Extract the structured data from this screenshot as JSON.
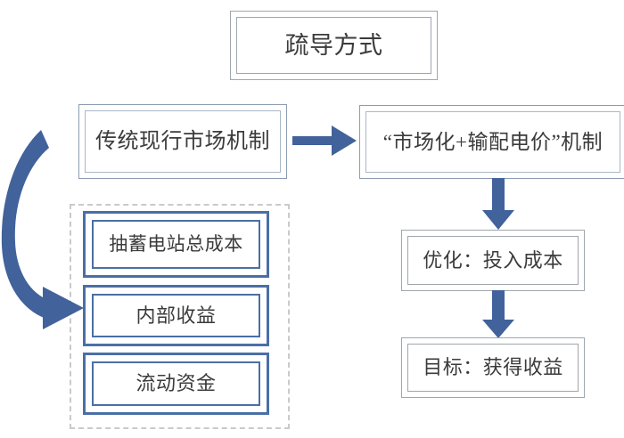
{
  "diagram": {
    "title_node": {
      "id": "title-node",
      "label": "疏导方式",
      "style": "grey-double"
    },
    "nodes": [
      {
        "id": "traditional-mechanism",
        "label": "传统现行市场机制",
        "style": "bluegrey-double"
      },
      {
        "id": "marketized-mechanism",
        "label": "“市场化+输配电价”机制",
        "style": "bluegrey-double"
      },
      {
        "id": "optimize-input-cost",
        "label": "优化：投入成本",
        "style": "grey-double"
      },
      {
        "id": "goal-obtain-revenue",
        "label": "目标：获得收益",
        "style": "grey-double"
      }
    ],
    "cost_group": {
      "id": "cost-group",
      "frame_style": "dash-dot",
      "items": [
        {
          "id": "pumped-storage-total-cost",
          "label": "抽蓄电站总成本"
        },
        {
          "id": "internal-revenue",
          "label": "内部收益"
        },
        {
          "id": "working-capital",
          "label": "流动资金"
        }
      ]
    },
    "connectors": [
      {
        "id": "arrow-traditional-to-marketized",
        "kind": "chevron-right",
        "from": "traditional-mechanism",
        "to": "marketized-mechanism"
      },
      {
        "id": "arrow-marketized-to-optimize",
        "kind": "block-down",
        "from": "marketized-mechanism",
        "to": "optimize-input-cost"
      },
      {
        "id": "arrow-optimize-to-goal",
        "kind": "block-down",
        "from": "optimize-input-cost",
        "to": "goal-obtain-revenue"
      },
      {
        "id": "arrow-traditional-to-cost-group",
        "kind": "curved-down",
        "from": "traditional-mechanism",
        "to": "cost-group"
      }
    ]
  },
  "colors": {
    "accent_blue": "#4a6fa5",
    "arrow_blue": "#41629b",
    "border_grey": "#9fa6ae",
    "border_bluegrey": "#8b9cb0",
    "dash_grey": "#c8cacc",
    "text": "#3b3b3b",
    "background": "#ffffff"
  }
}
